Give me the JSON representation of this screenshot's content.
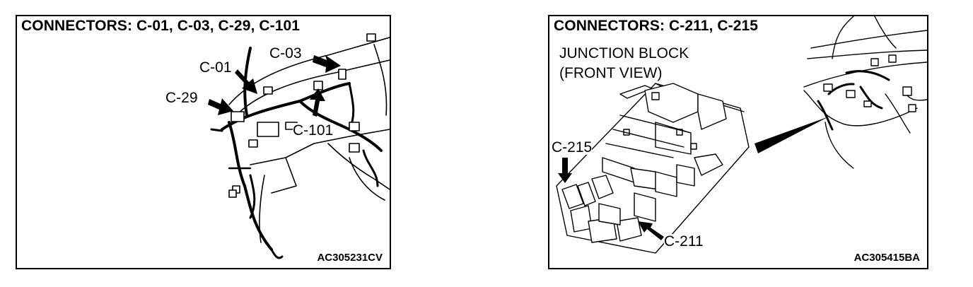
{
  "left_panel": {
    "title": "CONNECTORS: C-01, C-03, C-29, C-101",
    "labels": {
      "c01": "C-01",
      "c03": "C-03",
      "c29": "C-29",
      "c101": "C-101"
    },
    "figure_code": "AC305231CV"
  },
  "right_panel": {
    "title": "CONNECTORS: C-211, C-215",
    "subtitle_line1": "JUNCTION BLOCK",
    "subtitle_line2": "(FRONT VIEW)",
    "labels": {
      "c215": "C-215",
      "c211": "C-211"
    },
    "figure_code": "AC305415BA"
  }
}
